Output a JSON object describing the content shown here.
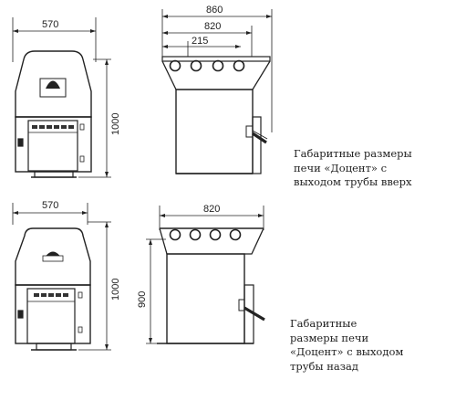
{
  "top": {
    "front": {
      "width_label": "570",
      "height_label": "1000"
    },
    "side": {
      "overall_label": "860",
      "body_label": "820",
      "pipe_label": "215"
    },
    "caption": [
      "Габаритные размеры",
      "печи «Доцент» с",
      "выходом трубы вверх"
    ]
  },
  "bottom": {
    "front": {
      "width_label": "570",
      "height_label": "1000"
    },
    "side": {
      "body_label": "820",
      "height_label": "900"
    },
    "caption": [
      "Габаритные",
      "размеры печи",
      "«Доцент» с выходом",
      "трубы назад"
    ]
  },
  "colors": {
    "stroke": "#222222",
    "fill": "#ffffff",
    "window": "#333333"
  }
}
